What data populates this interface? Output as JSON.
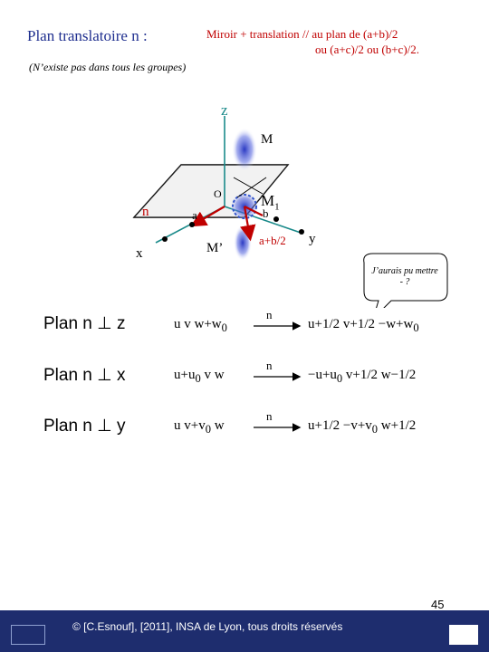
{
  "header": {
    "title": "Plan translatoire n :",
    "subtitle_line1": "Miroir + translation // au plan de (a+b)/2",
    "subtitle_line2": "ou (a+c)/2 ou (b+c)/2.",
    "note": "(N’existe pas dans tous les groupes)"
  },
  "diagram": {
    "z": "z",
    "M": "M",
    "O": "O",
    "M1": "M",
    "M1_sub": "1",
    "n": "n",
    "a": "a",
    "b": "b",
    "x": "x",
    "y": "y",
    "Mprime": "M’",
    "vector_label": "a+b/2",
    "colors": {
      "axis": "#1a8a8a",
      "red": "#c00000",
      "blue": "#3355cc",
      "plane": "#000000"
    }
  },
  "bubble": {
    "text": "J’aurais pu mettre - ?"
  },
  "rows": [
    {
      "label": "Plan n ⊥ z",
      "left": "u v w+w",
      "left_sub": "0",
      "arrow": "n",
      "right": "u+1/2 v+1/2 −w+w",
      "right_sub": "0"
    },
    {
      "label": "Plan n ⊥ x",
      "left": "u+u",
      "left_sub": "0",
      "left_tail": " v w",
      "arrow": "n",
      "right": "−u+u",
      "right_sub": "0",
      "right_tail": " v+1/2 w−1/2"
    },
    {
      "label": "Plan n ⊥ y",
      "left": "u v+v",
      "left_sub": "0",
      "left_tail": " w",
      "arrow": "n",
      "right": "u+1/2 −v+v",
      "right_sub": "0",
      "right_tail": " w+1/2"
    }
  ],
  "footer": {
    "page_number": "45",
    "copyright": "© [C.Esnouf], [2011], INSA de Lyon, tous droits réservés"
  }
}
